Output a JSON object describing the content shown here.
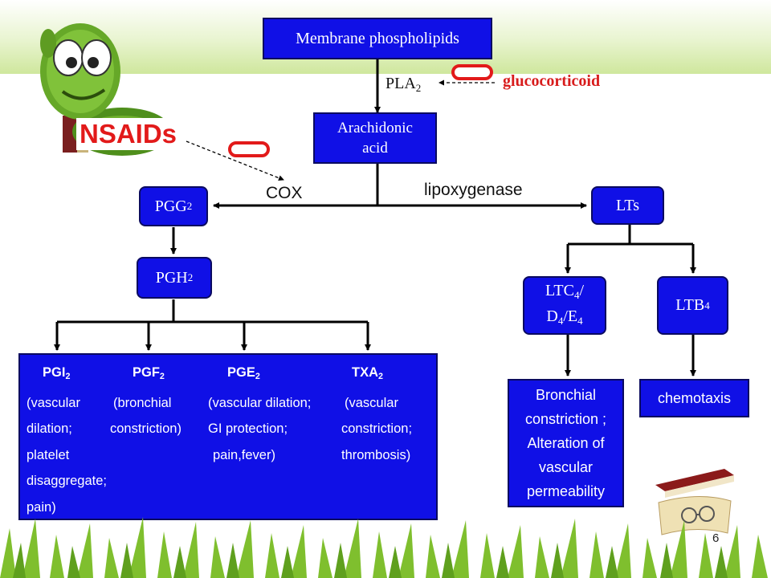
{
  "diagram": {
    "membrane": "Membrane phospholipids",
    "pla2": {
      "text": "PLA",
      "sub": "2"
    },
    "glucocorticoid": "glucocorticoid",
    "arachidonic": {
      "line1": "Arachidonic",
      "line2": "acid"
    },
    "nsaids": "NSAIDs",
    "cox": "COX",
    "lipoxygenase": "lipoxygenase",
    "pgg2": {
      "text": "PGG",
      "sub": "2"
    },
    "pgh2": {
      "text": "PGH",
      "sub": "2"
    },
    "lts": "LTs",
    "ltc4": {
      "a": "LTC",
      "a_sub": "4",
      "a_tail": "/",
      "b": "D",
      "b_sub": "4",
      "b_mid": "/E",
      "b_sub2": "4"
    },
    "ltb4": {
      "text": "LTB",
      "sub": "4"
    },
    "products": [
      {
        "name": "PGI",
        "sub": "2",
        "lines": [
          "(vascular",
          "dilation;",
          "platelet",
          "disaggregate;",
          "pain)"
        ]
      },
      {
        "name": "PGF",
        "sub": "2",
        "lines": [
          "(bronchial",
          "constriction)"
        ]
      },
      {
        "name": "PGE",
        "sub": "2",
        "lines": [
          "(vascular dilation;",
          "GI protection;",
          "pain,fever)"
        ]
      },
      {
        "name": "TXA",
        "sub": "2",
        "lines": [
          "(vascular",
          "constriction;",
          "thrombosis)"
        ]
      }
    ],
    "bronchial": [
      "Bronchial",
      "constriction ;",
      "Alteration of",
      "vascular",
      "permeability"
    ],
    "chemotaxis": "chemotaxis"
  },
  "page_number": "6",
  "colors": {
    "box": "#1010e6",
    "inhibit": "#e21a1a",
    "text_red": "#d81c1c",
    "band": "#cfe79d"
  },
  "decorations": [
    "cartoon-worm-icon",
    "book-scroll-icon",
    "grass-border"
  ]
}
